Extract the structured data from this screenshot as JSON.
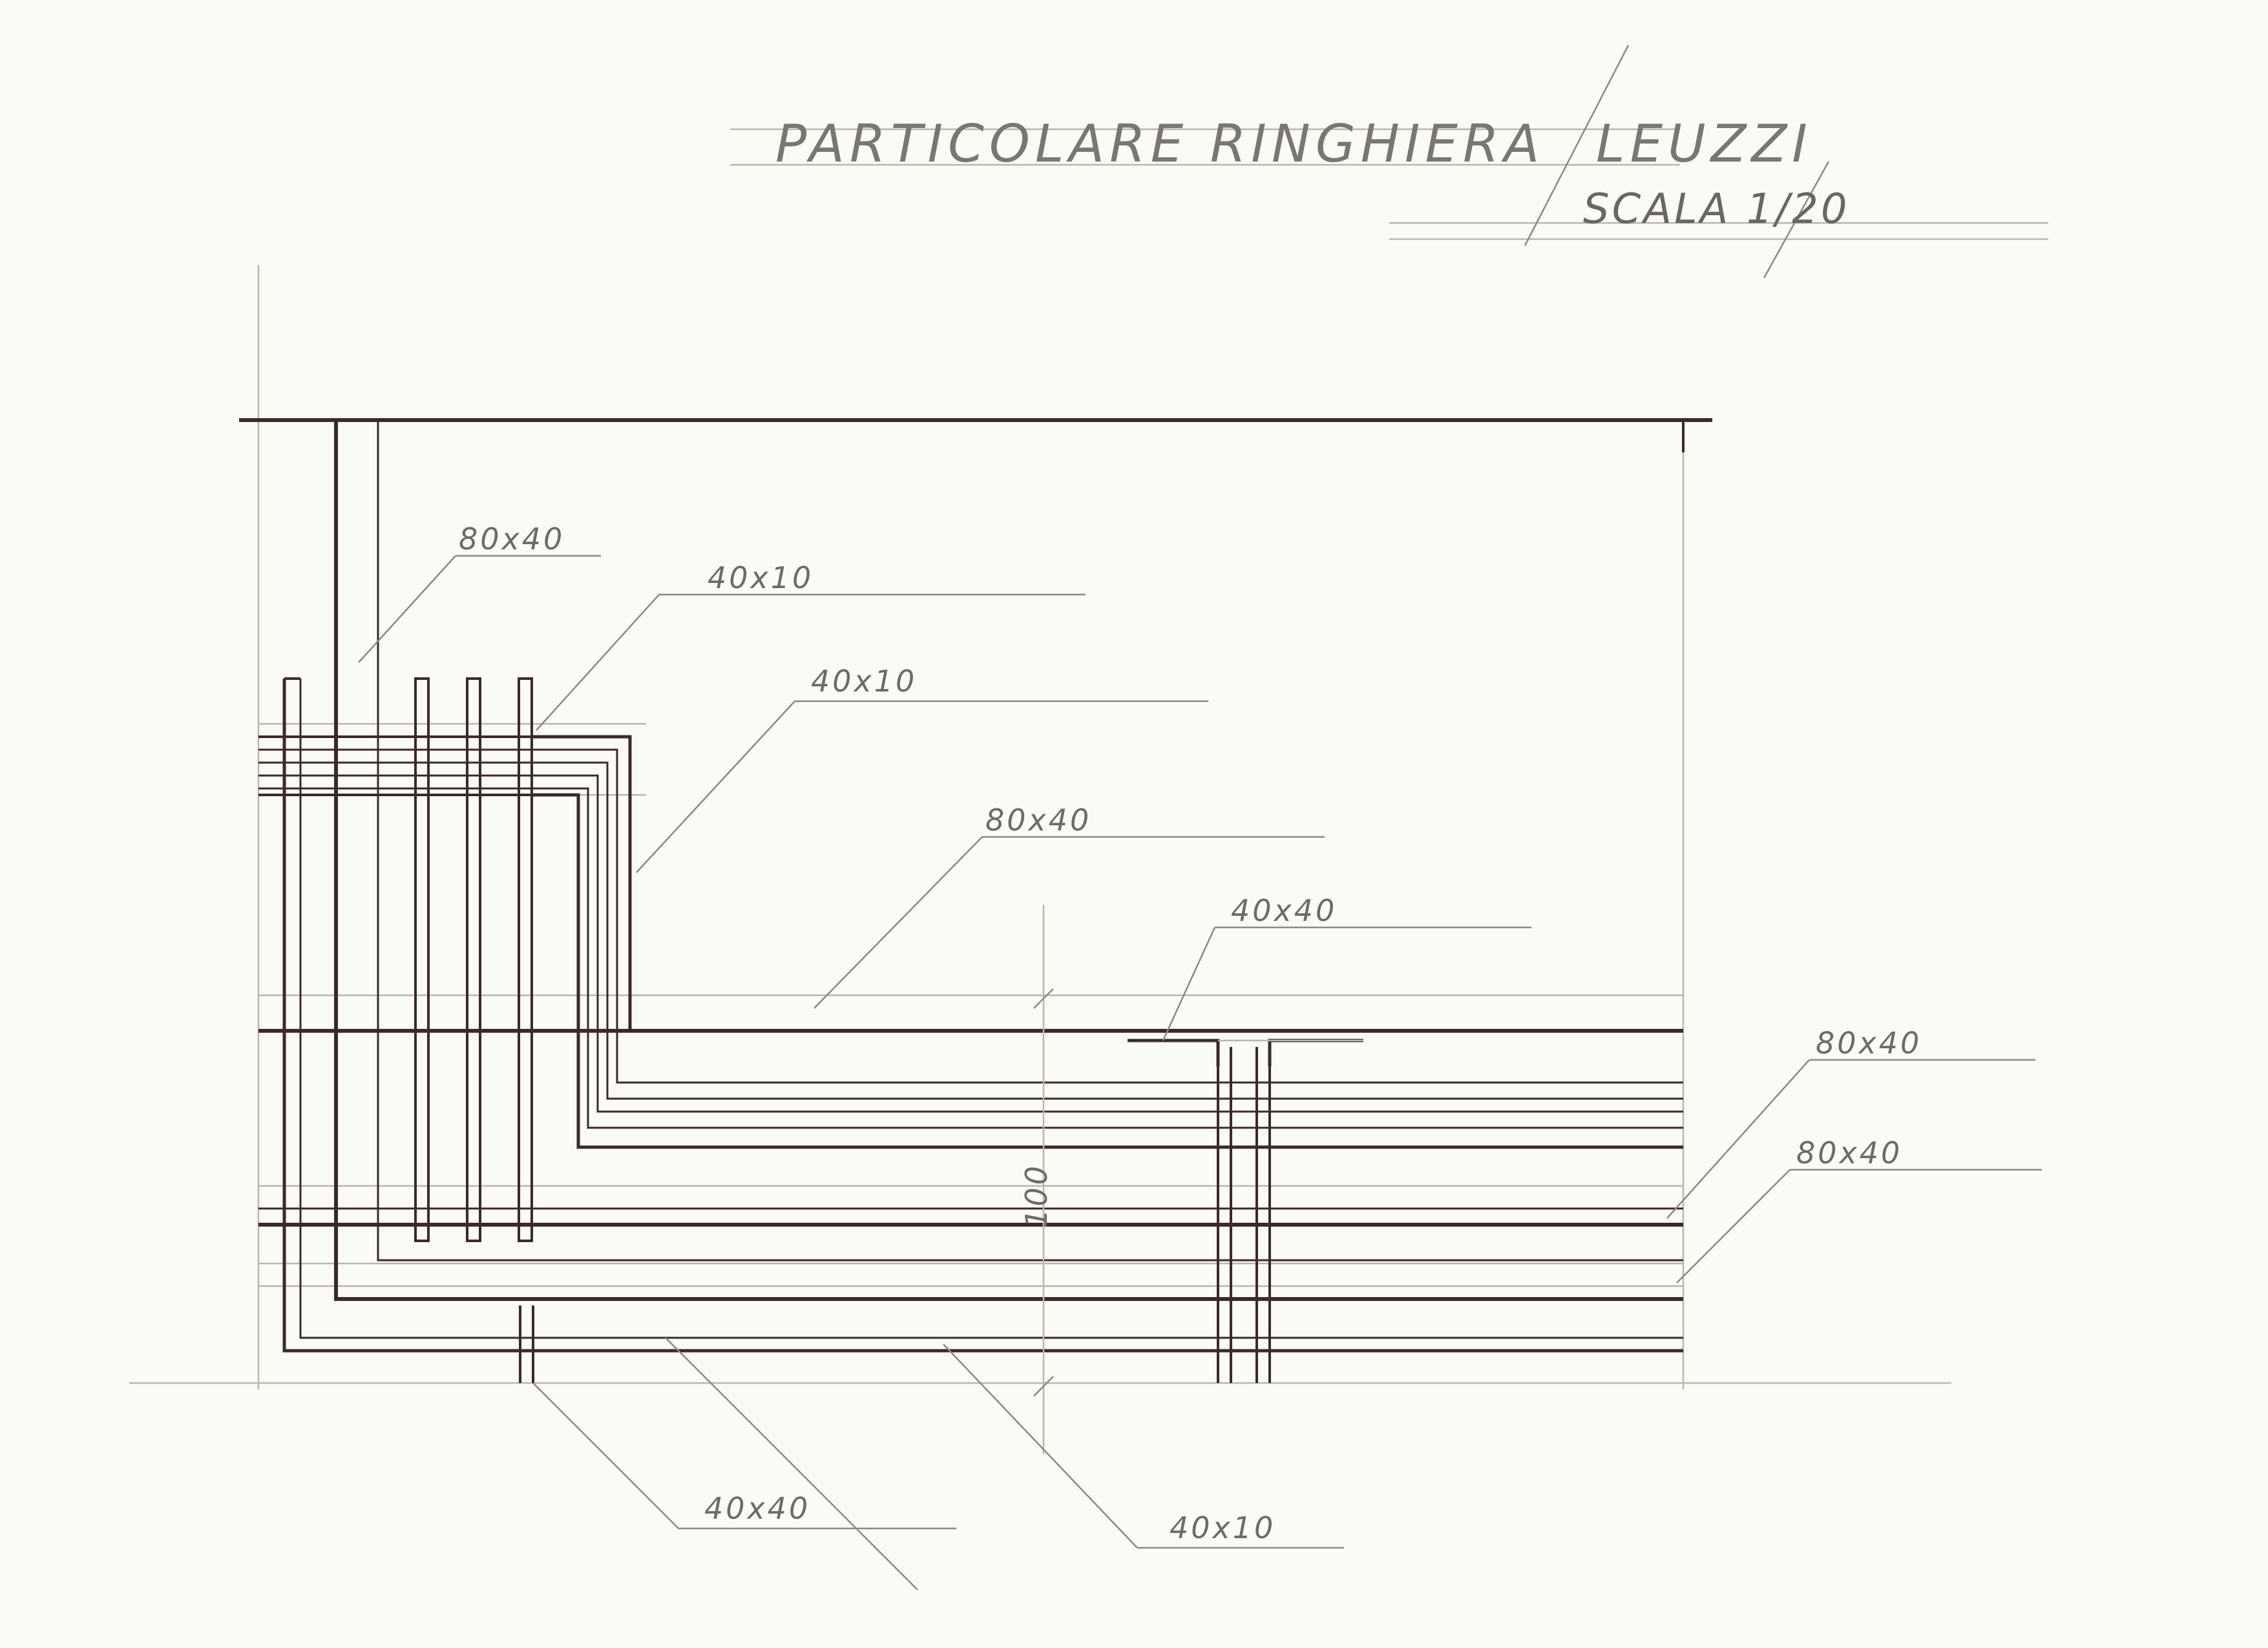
{
  "title": "PARTICOLARE RINGHIERA",
  "author": "LEUZZI",
  "scale": "SCALA 1/20",
  "dimension_height": "100",
  "labels": {
    "l1": "80x40",
    "l2": "40x10",
    "l3": "40x10",
    "l4": "80x40",
    "l5": "40x40",
    "l6": "80x40",
    "l7": "80x40",
    "l8": "40x40",
    "l9": "40x10"
  },
  "colors": {
    "paper": "#fbfbf5",
    "ink": "#3b2a2a",
    "pencil": "#b9b6ae"
  }
}
